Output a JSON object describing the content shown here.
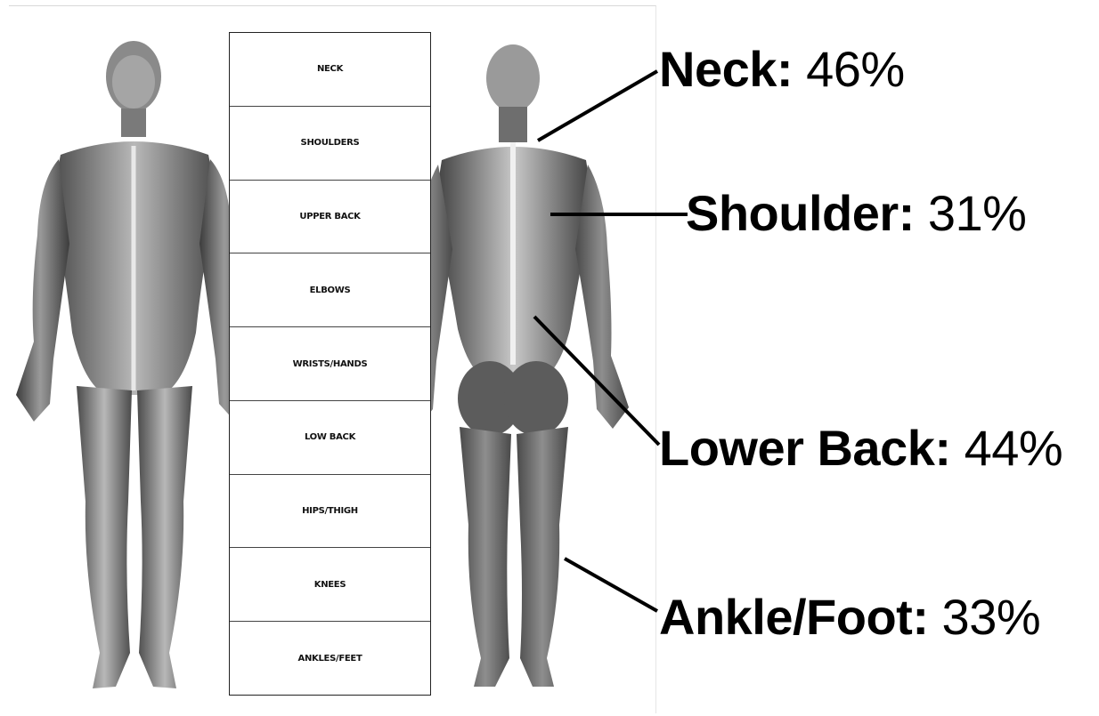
{
  "regions": [
    "NECK",
    "SHOULDERS",
    "UPPER BACK",
    "ELBOWS",
    "WRISTS/HANDS",
    "LOW BACK",
    "HIPS/THIGH",
    "KNEES",
    "ANKLES/FEET"
  ],
  "stats": [
    {
      "label": "Neck:",
      "value": "46%"
    },
    {
      "label": "Shoulder:",
      "value": "31%"
    },
    {
      "label": "Lower Back:",
      "value": "44%"
    },
    {
      "label": "Ankle/Foot:",
      "value": "33%"
    }
  ],
  "colors": {
    "ink": "#000000",
    "muscle_dark": "#5a5a5a",
    "muscle_light": "#d9d9d9",
    "table_border": "#222222"
  }
}
